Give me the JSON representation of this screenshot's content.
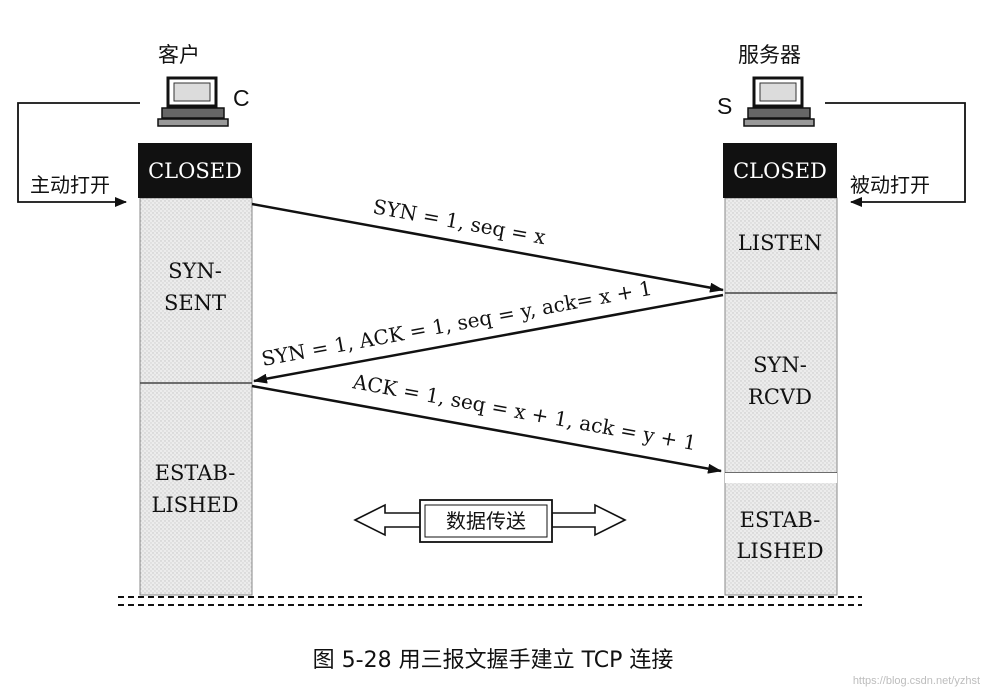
{
  "client": {
    "title": "客户",
    "letter": "C",
    "open_label": "主动打开",
    "states": {
      "closed": "CLOSED",
      "syn_sent_1": "SYN-",
      "syn_sent_2": "SENT",
      "established_1": "ESTAB-",
      "established_2": "LISHED"
    }
  },
  "server": {
    "title": "服务器",
    "letter": "S",
    "open_label": "被动打开",
    "states": {
      "closed": "CLOSED",
      "listen": "LISTEN",
      "syn_rcvd_1": "SYN-",
      "syn_rcvd_2": "RCVD",
      "established_1": "ESTAB-",
      "established_2": "LISHED"
    }
  },
  "messages": {
    "syn": "SYN = 1, seq = x",
    "syn_ack": "SYN = 1, ACK = 1, seq = y, ack= x + 1",
    "ack": "ACK = 1, seq = x + 1, ack = y + 1"
  },
  "data_transfer": "数据传送",
  "caption": "图 5-28  用三报文握手建立 TCP 连接",
  "watermark": "https://blog.csdn.net/yzhst"
}
